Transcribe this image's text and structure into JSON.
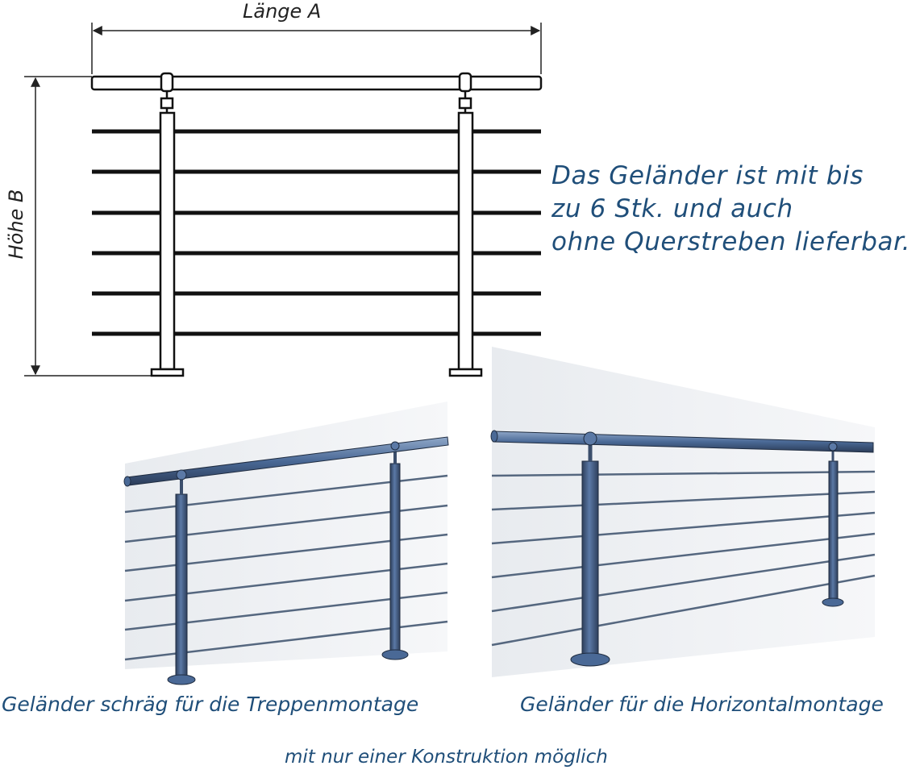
{
  "dimensions": {
    "length_label": "Länge A",
    "height_label": "Höhe B"
  },
  "info_text": {
    "line1": "Das Geländer ist mit bis",
    "line2": "zu 6 Stk. und auch",
    "line3": "ohne Querstreben lieferbar."
  },
  "captions": {
    "stair": "Geländer schräg für die Treppenmontage",
    "horizontal": "Geländer für die Horizontalmontage",
    "footer": "mit nur einer Konstruktion möglich"
  },
  "colors": {
    "text_blue": "#1f4e79",
    "rail_blue": "#4a6996",
    "line_black": "#111111"
  },
  "rail_count": 6
}
